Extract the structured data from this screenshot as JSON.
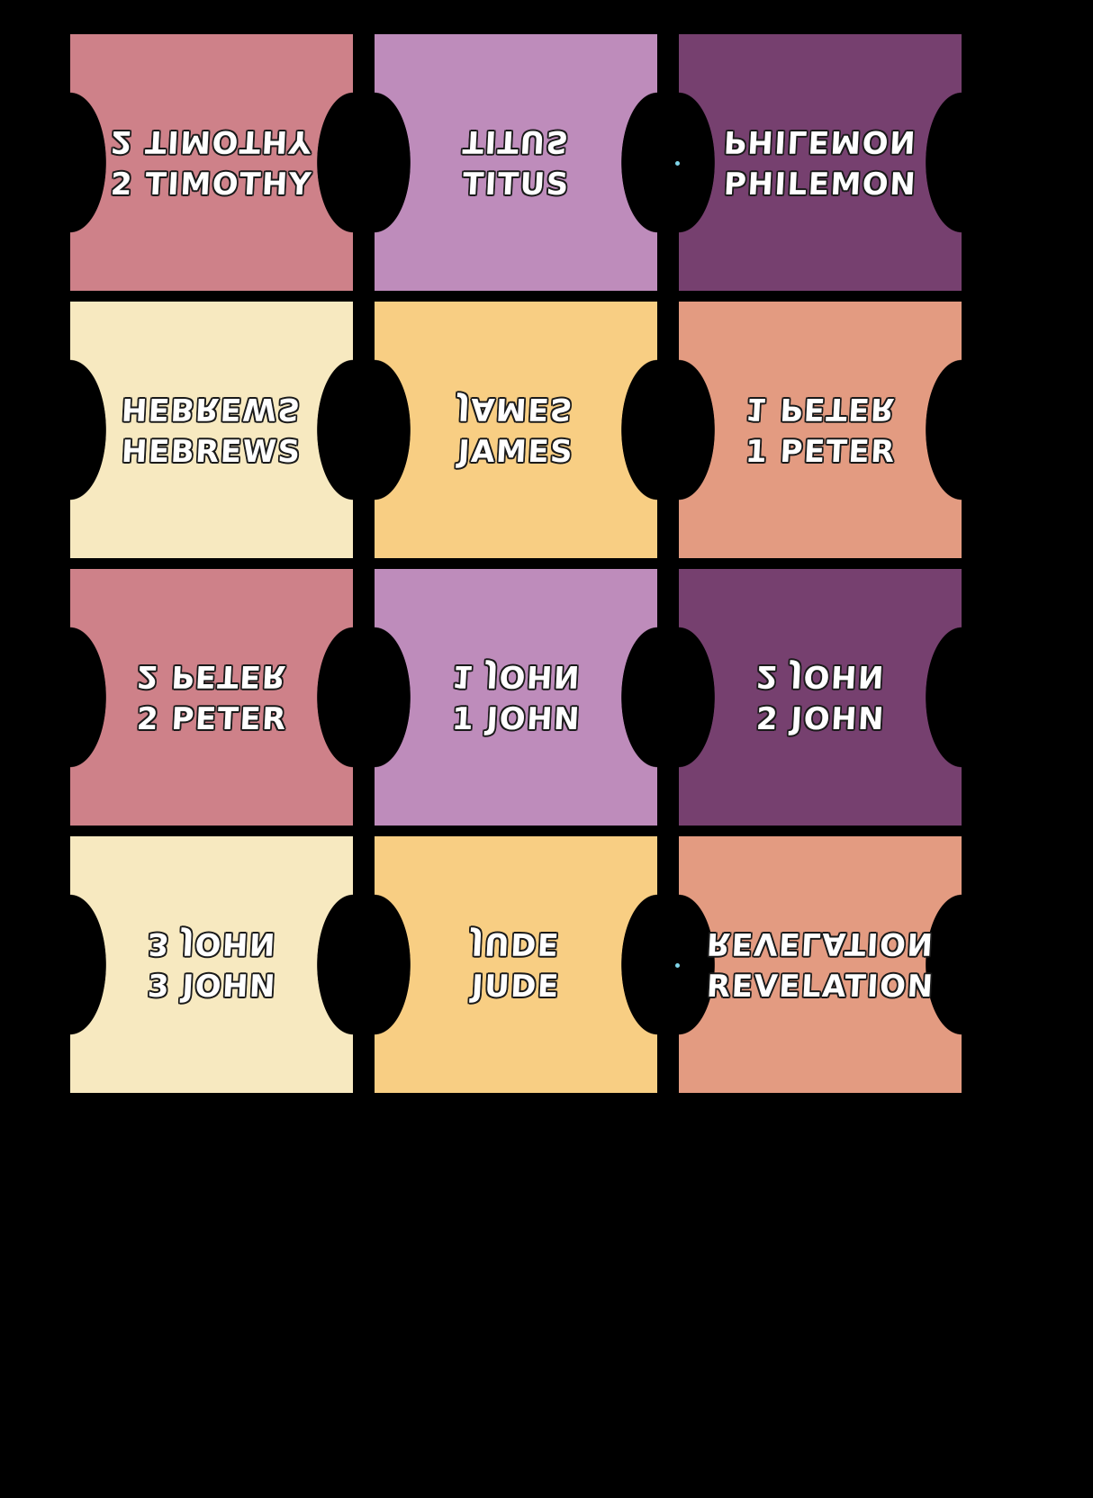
{
  "sheet": {
    "background_color": "#000000",
    "columns": 3,
    "rows": 4
  },
  "palette": {
    "rose": "#CE8189",
    "mauve": "#BE8CBB",
    "plum": "#76406F",
    "cream": "#F7E9C0",
    "gold": "#F8CE83",
    "salmon": "#E39B81",
    "text": "#FFFFFF",
    "outline": "#1A1A1A",
    "registration_dot": "#7FD4E8"
  },
  "cards": [
    {
      "label": "2 TIMOTHY",
      "mirror_label": "2 TIMOTHY",
      "color_name": "rose",
      "color": "#CE8189",
      "row": 1,
      "column": 1,
      "reg_dot": false
    },
    {
      "label": "TITUS",
      "mirror_label": "TITUS",
      "color_name": "mauve",
      "color": "#BE8CBB",
      "row": 1,
      "column": 2,
      "reg_dot": false
    },
    {
      "label": "PHILEMON",
      "mirror_label": "PHILEMON",
      "color_name": "plum",
      "color": "#76406F",
      "row": 1,
      "column": 3,
      "reg_dot": true
    },
    {
      "label": "HEBREWS",
      "mirror_label": "HEBREWS",
      "color_name": "cream",
      "color": "#F7E9C0",
      "row": 2,
      "column": 1,
      "reg_dot": false
    },
    {
      "label": "JAMES",
      "mirror_label": "JAMES",
      "color_name": "gold",
      "color": "#F8CE83",
      "row": 2,
      "column": 2,
      "reg_dot": false
    },
    {
      "label": "1 PETER",
      "mirror_label": "1 PETER",
      "color_name": "salmon",
      "color": "#E39B81",
      "row": 2,
      "column": 3,
      "reg_dot": false
    },
    {
      "label": "2 PETER",
      "mirror_label": "2 PETER",
      "color_name": "rose",
      "color": "#CE8189",
      "row": 3,
      "column": 1,
      "reg_dot": false
    },
    {
      "label": "1 JOHN",
      "mirror_label": "1 JOHN",
      "color_name": "mauve",
      "color": "#BE8CBB",
      "row": 3,
      "column": 2,
      "reg_dot": false
    },
    {
      "label": "2 JOHN",
      "mirror_label": "2 JOHN",
      "color_name": "plum",
      "color": "#76406F",
      "row": 3,
      "column": 3,
      "reg_dot": false
    },
    {
      "label": "3 JOHN",
      "mirror_label": "3 JOHN",
      "color_name": "cream",
      "color": "#F7E9C0",
      "row": 4,
      "column": 1,
      "reg_dot": false
    },
    {
      "label": "JUDE",
      "mirror_label": "JUDE",
      "color_name": "gold",
      "color": "#F8CE83",
      "row": 4,
      "column": 2,
      "reg_dot": false
    },
    {
      "label": "REVELATION",
      "mirror_label": "REVELATION",
      "color_name": "salmon",
      "color": "#E39B81",
      "row": 4,
      "column": 3,
      "reg_dot": true
    }
  ]
}
